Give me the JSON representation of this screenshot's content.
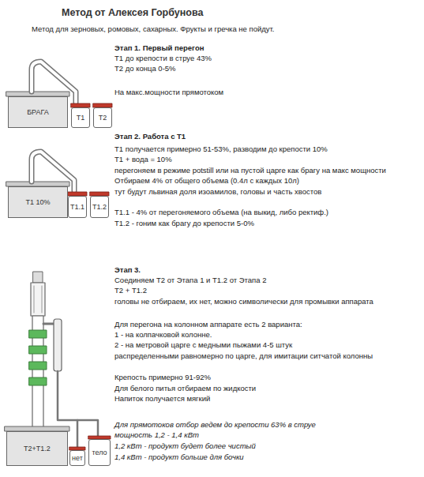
{
  "diagram": {
    "title": "Метод от Алексея Горбунова",
    "nodes": [
      {
        "text": [
          "БРАГА"
        ]
      },
      {
        "text": [
          "T1"
        ]
      },
      {
        "text": [
          "T2"
        ]
      },
      {
        "text": [
          "T1 10%"
        ]
      },
      {
        "text": [
          "T1.1"
        ]
      },
      {
        "text": [
          "T1.2"
        ]
      },
      {
        "text": [
          "T2+T1.2"
        ]
      },
      {
        "text": [
          "нет"
        ]
      },
      {
        "text": [
          "тело"
        ]
      }
    ],
    "labels": [
      "Метод для зерновых, ромовых, сахарных. Фрукты и гречка не пойдут.",
      "Этап 1. Первый перегон",
      "Т1 до крепости в струе 43%",
      "Т2 до конца 0-5%",
      "На макс.мощности прямотоком",
      "Этап 2.  Работа с Т1",
      "Т1 получается примерно 51-53%, разводим до крепости 10%",
      "Т1 + вода = 10%",
      "перегоняем в режиме potstill или на пустой царге как брагу на макс мощности",
      "Отбираем 4% от общего объема (0.4л с каждых 10л)",
      "тут будут львиная доля изоамилов, головы и часть хвостов",
      "Т1.1  - 4% от перегоняемого объема (на выкид, либо ректиф.)",
      "Т1.2  - гоним как брагу до крепости 5-0%",
      "Этап 3.",
      "Соединяем Т2 от Этапа 1 и Т1.2 от Этапа 2",
      "Т2 + Т1.2",
      "головы не отбираем, их нет, можно символически для промывки аппарата",
      "Для перегона на колонном аппарате есть 2 варианта:",
      "1 - на колпачковой колонне.",
      "2 - на метровой царге с медными пыжами 4-5 штук",
      "распределенными равномерно по царге, для имитации ситчатой колонны",
      "Крепость примерно 91-92%",
      "Для белого питья отбираем по жидкости",
      "Напиток получается мягкий",
      "Для прямотоков отбор ведем до крепости 63% в струе",
      "мощность 1,2 - 1,4 кВт",
      "1,2 кВт - продукт будет более чистый",
      "1,4 кВт - продукт больше для бочки"
    ]
  }
}
